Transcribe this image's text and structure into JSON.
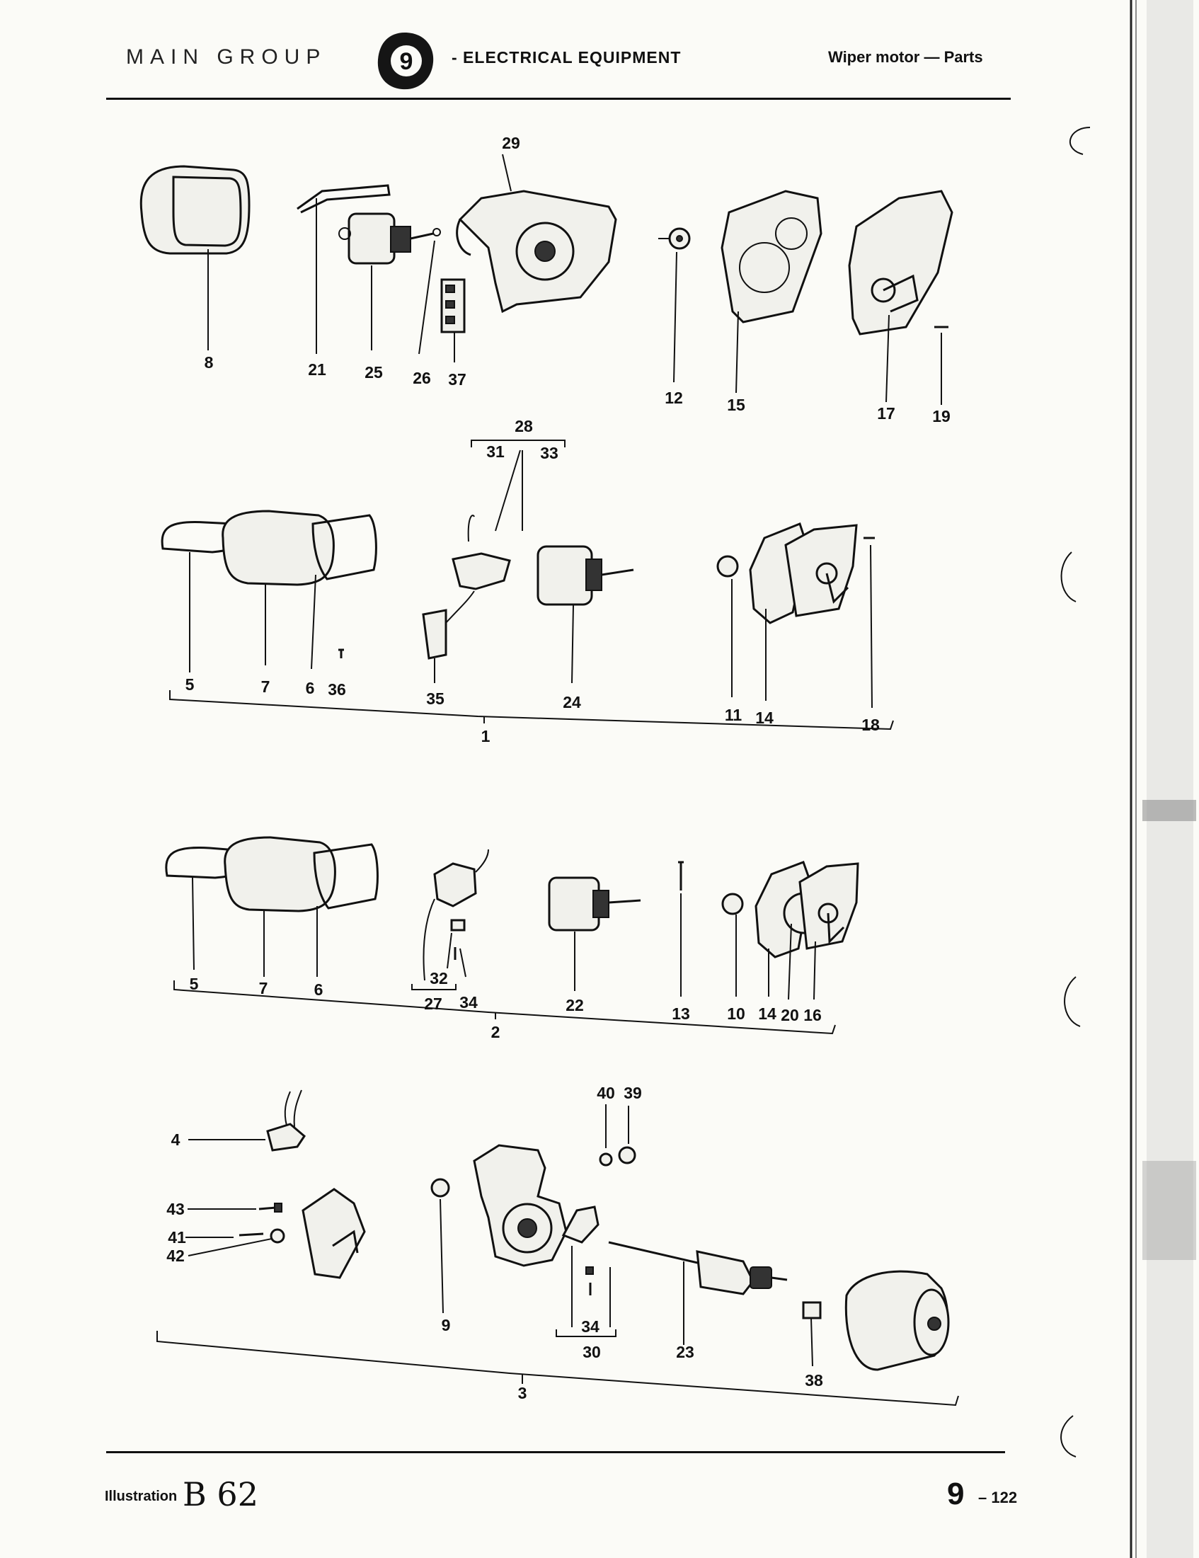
{
  "header": {
    "main_group": "MAIN GROUP",
    "group_number": "9",
    "section": "- ELECTRICAL EQUIPMENT",
    "title": "Wiper motor — Parts"
  },
  "footer": {
    "illustration_label": "Illustration",
    "illustration_code": "B 62",
    "page_number": "9",
    "page_sub": "– 122"
  },
  "callouts": {
    "c8": "8",
    "c21": "21",
    "c25": "25",
    "c26": "26",
    "c37": "37",
    "c29": "29",
    "c12": "12",
    "c15": "15",
    "c17": "17",
    "c19": "19",
    "c28": "28",
    "c31": "31",
    "c33": "33",
    "r1_5": "5",
    "r1_7": "7",
    "r1_6": "6",
    "c36": "36",
    "c35": "35",
    "c24": "24",
    "c11": "11",
    "r1_14": "14",
    "c18": "18",
    "g1": "1",
    "r2_5": "5",
    "r2_7": "7",
    "r2_6": "6",
    "c32": "32",
    "c27": "27",
    "r2_34": "34",
    "c22": "22",
    "c13": "13",
    "c10": "10",
    "r2_14": "14",
    "c20": "20",
    "c16": "16",
    "g2": "2",
    "c40": "40",
    "c39": "39",
    "c4": "4",
    "c43": "43",
    "c41": "41",
    "c42": "42",
    "c9": "9",
    "r3_34": "34",
    "c30": "30",
    "c23": "23",
    "c38": "38",
    "g3": "3"
  },
  "colors": {
    "ink": "#111111",
    "paper": "#fbfbf7"
  }
}
